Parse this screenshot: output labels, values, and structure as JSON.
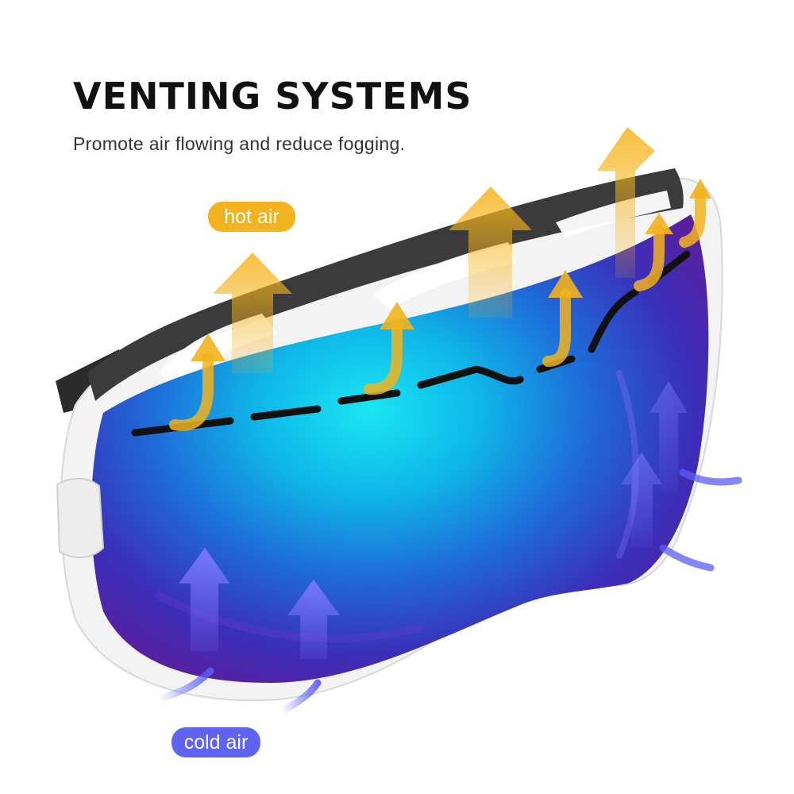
{
  "header": {
    "title": "VENTING SYSTEMS",
    "subtitle": "Promote air flowing and reduce fogging."
  },
  "labels": {
    "hot_air": "hot air",
    "cold_air": "cold air"
  },
  "colors": {
    "hot_air": "#f2b31e",
    "cold_air": "#5f63f0",
    "lens_center": "#18e0f0",
    "lens_edge": "#4b1fa8",
    "frame": "#ffffff",
    "foam": "#3a3a3a"
  }
}
